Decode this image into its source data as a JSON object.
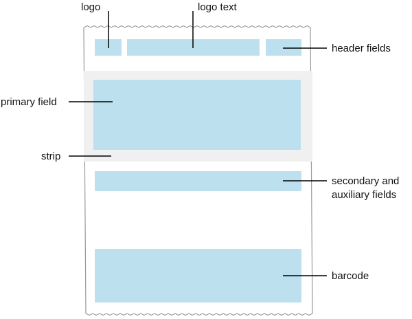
{
  "diagram": {
    "type": "pass-layout",
    "colors": {
      "field_fill": "#bde0ee",
      "strip_fill": "#f0f0f0",
      "card_border": "#999999",
      "leader_line": "#000000",
      "background": "#ffffff"
    },
    "labels": {
      "logo": "logo",
      "logo_text": "logo text",
      "header_fields": "header fields",
      "primary_field": "primary field",
      "strip": "strip",
      "secondary_line1": "secondary and",
      "secondary_line2": "auxiliary fields",
      "barcode": "barcode"
    }
  }
}
